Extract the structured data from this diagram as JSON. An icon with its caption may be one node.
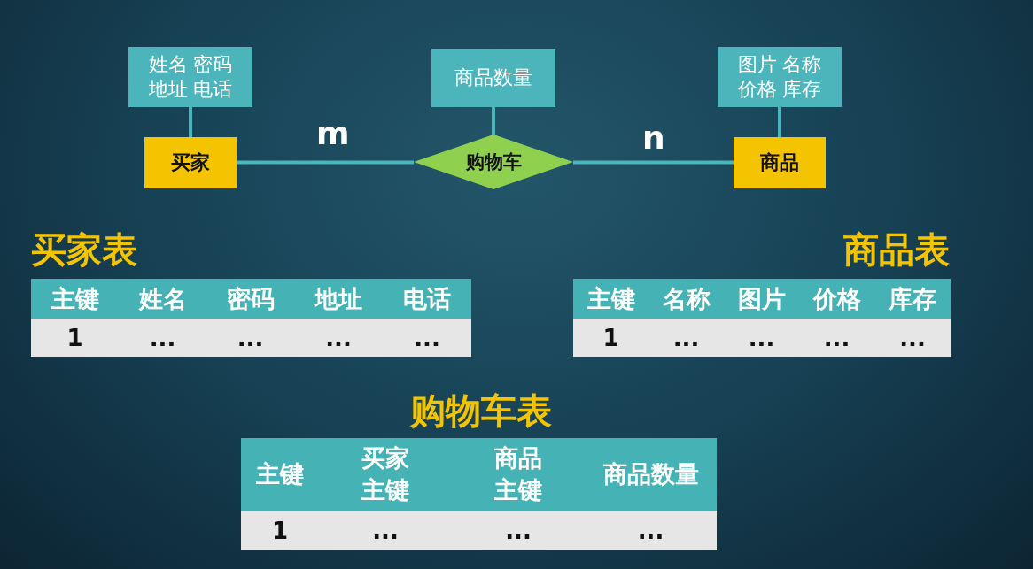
{
  "diagram": {
    "nodes": [
      {
        "text": [
          "姓名 密码地址 电话"
        ]
      },
      {
        "text": [
          "商品数量"
        ]
      },
      {
        "text": [
          "图片 名称价格 库存"
        ]
      },
      {
        "text": [
          "买家"
        ]
      },
      {
        "text": [
          "购物车"
        ]
      },
      {
        "text": [
          "商品"
        ]
      }
    ],
    "edges": [
      {
        "from": 0,
        "to": 3,
        "arrow": "none"
      },
      {
        "from": 1,
        "to": 4,
        "arrow": "none"
      },
      {
        "from": 2,
        "to": 5,
        "arrow": "none"
      },
      {
        "from": 3,
        "to": 4,
        "arrow": "none",
        "label": "m"
      },
      {
        "from": 4,
        "to": 5,
        "arrow": "none",
        "label": "n"
      }
    ],
    "labels": [
      "买家表",
      "商品表",
      "主键",
      "姓名",
      "密码",
      "地址",
      "电话",
      "1",
      "...",
      "...",
      "...",
      "...",
      "主键",
      "名称",
      "图片",
      "价格",
      "库存",
      "1",
      "...",
      "...",
      "...",
      "...",
      "购物车表",
      "主键",
      "买家主键",
      "商品主键",
      "商品数量",
      "1",
      "...",
      "...",
      "..."
    ]
  }
}
